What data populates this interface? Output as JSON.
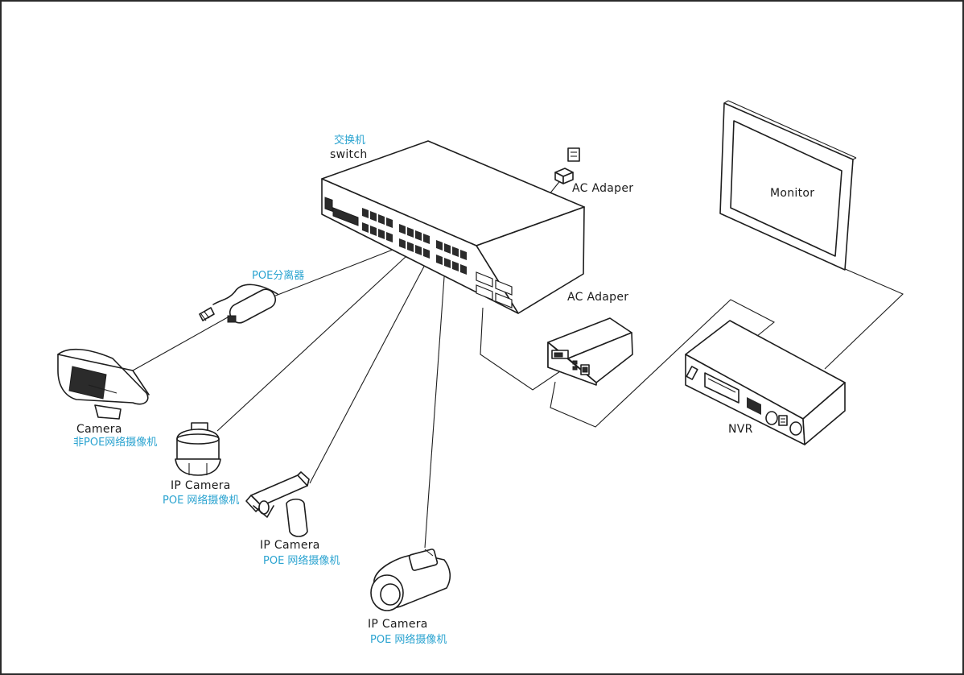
{
  "labels": {
    "switch_cn": "交换机",
    "switch_en": "switch",
    "ac_adapter_top": "AC Adaper",
    "ac_adapter_mid": "AC Adaper",
    "monitor": "Monitor",
    "nvr": "NVR",
    "poe_splitter": "POE分离器",
    "camera1_en": "Camera",
    "camera1_cn": "非POE网络摄像机",
    "camera2_en": "IP Camera",
    "camera2_cn": "POE  网络摄像机",
    "camera3_en": "IP Camera",
    "camera3_cn": "POE  网络摄像机",
    "camera4_en": "IP Camera",
    "camera4_cn": "POE  网络摄像机"
  },
  "colors": {
    "line": "#1e1e1e",
    "chinese_text": "#2aa3d0",
    "background": "#ffffff"
  }
}
